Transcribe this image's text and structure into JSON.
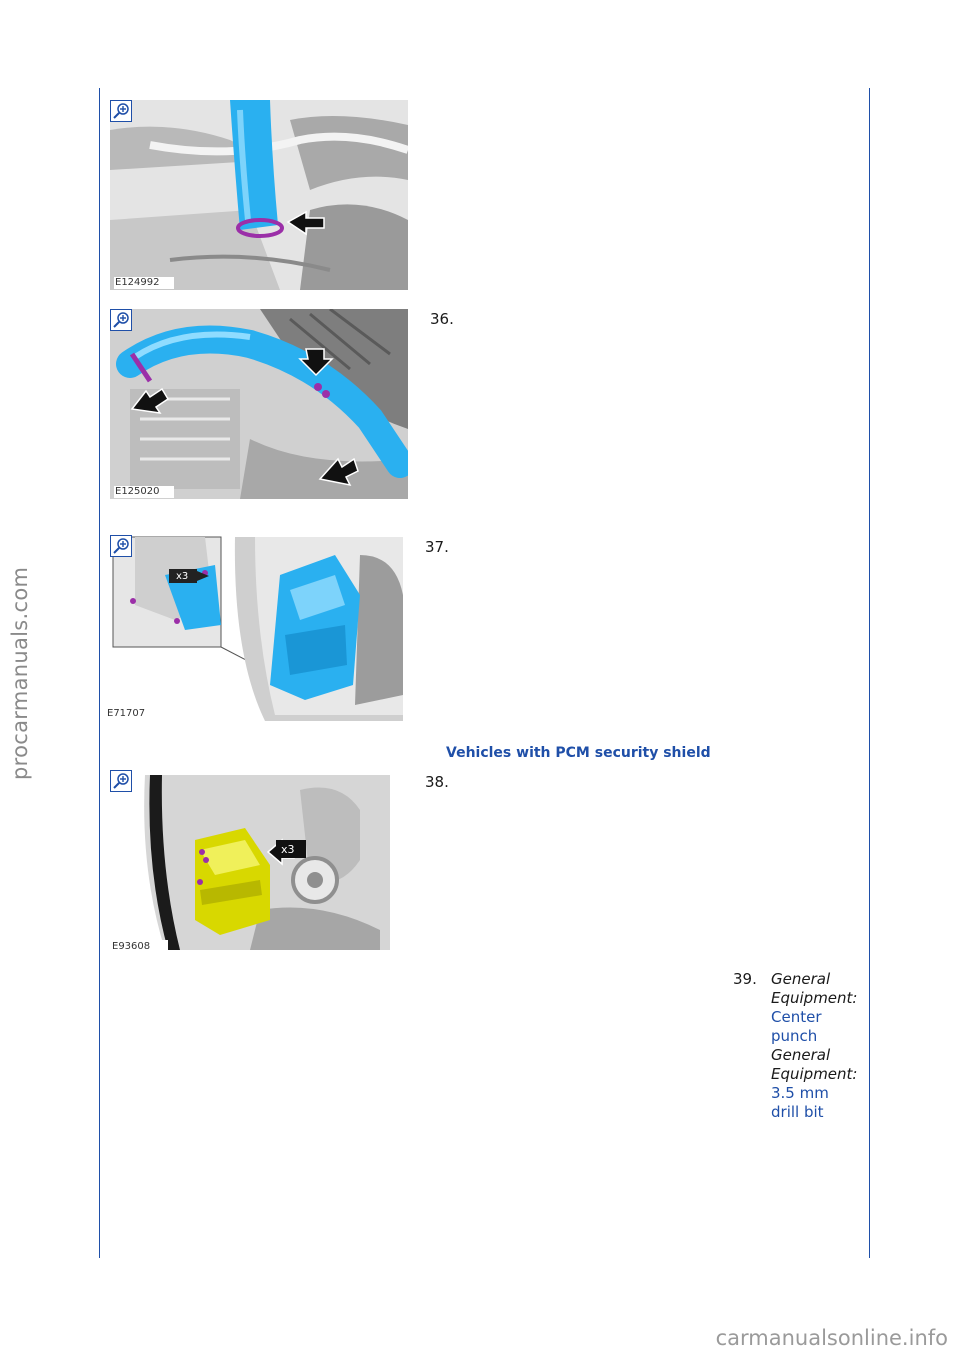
{
  "watermark_side": "procarmanuals.com",
  "watermark_footer": "carmanualsonline.info",
  "colors": {
    "rule_blue": "#1f4fa8",
    "link_blue": "#1f4fa8",
    "part_cyan": "#2ab0f0",
    "part_yellow": "#d8d800",
    "marker_purple": "#9b2fa8"
  },
  "figures": [
    {
      "id": "E124992",
      "step": ""
    },
    {
      "id": "E125020",
      "step": "36."
    },
    {
      "id": "E71707",
      "step": "37.",
      "callout": "x3"
    },
    {
      "id": "E93608",
      "step": "38.",
      "callout": "x3"
    }
  ],
  "section_heading": "Vehicles with PCM security shield",
  "step39": {
    "number": "39.",
    "equipment": [
      {
        "label": "General Equipment:",
        "value": "Center punch"
      },
      {
        "label": "General Equipment:",
        "value": "3.5 mm drill bit"
      }
    ]
  }
}
